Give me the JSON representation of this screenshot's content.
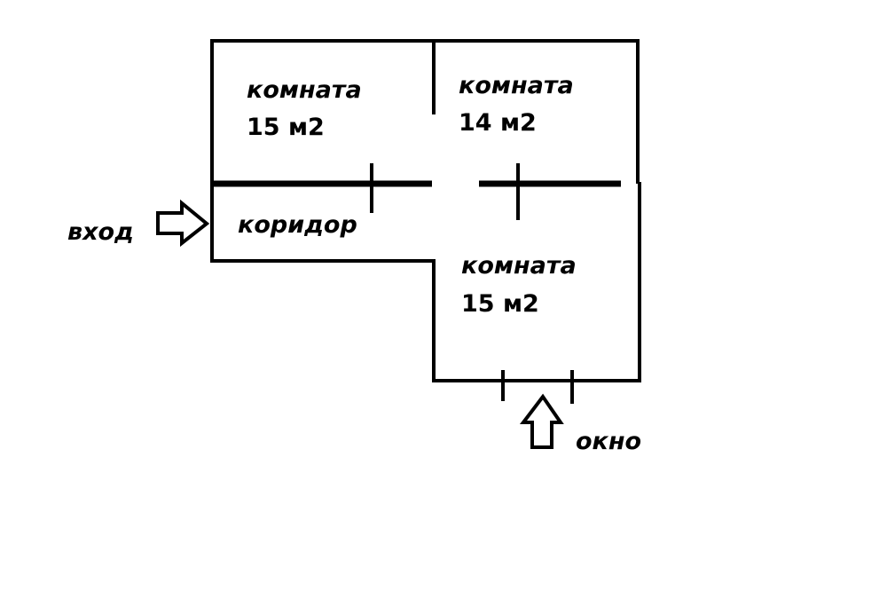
{
  "colors": {
    "ink": "#000000",
    "paper": "#ffffff"
  },
  "rooms": {
    "top_left": {
      "name": "комната",
      "area": "15 м2"
    },
    "top_right": {
      "name": "комната",
      "area": "14 м2"
    },
    "bottom_right": {
      "name": "комната",
      "area": "15 м2"
    },
    "corridor": {
      "name": "коридор"
    }
  },
  "annotations": {
    "entrance": "вход",
    "window": "окно"
  },
  "icons": {
    "entrance_arrow": "arrow-right-icon",
    "window_arrow": "arrow-up-icon"
  }
}
